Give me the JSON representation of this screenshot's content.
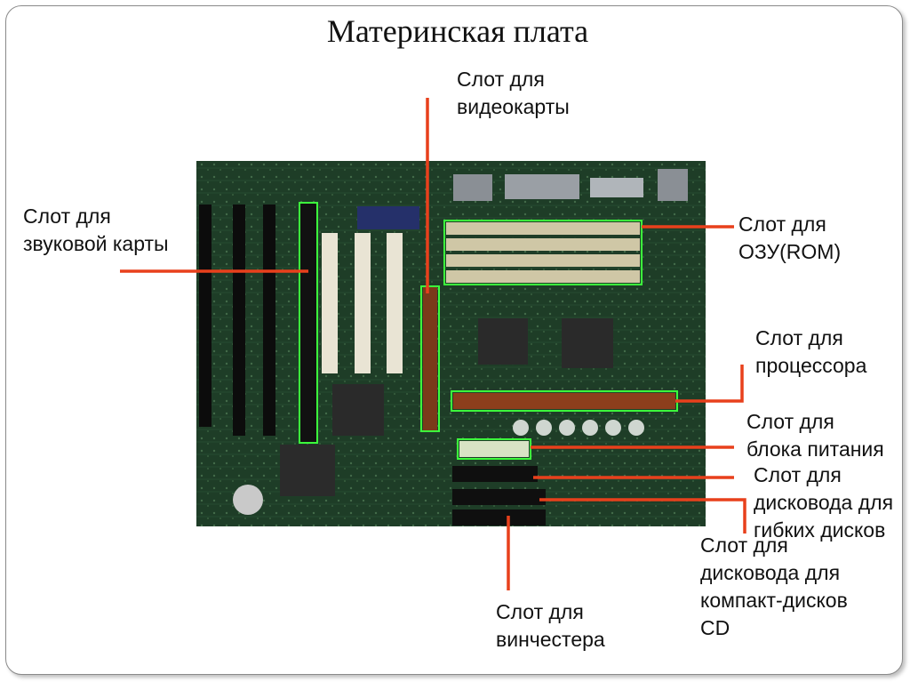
{
  "title": "Материнская плата",
  "labels": {
    "video": [
      "Слот для",
      "видеокарты"
    ],
    "sound": [
      "Слот для",
      "звуковой карты"
    ],
    "ram": [
      "Слот для",
      "ОЗУ(ROM)"
    ],
    "cpu": [
      "Слот для",
      "процессора"
    ],
    "power": [
      "Слот для",
      "блока питания"
    ],
    "floppy": [
      "Слот для",
      "дисковода для",
      "гибких дисков"
    ],
    "cd": [
      "Слот для",
      "дисковода для",
      "компакт-дисков",
      "CD"
    ],
    "hdd": [
      "Слот для",
      "винчестера"
    ]
  },
  "colors": {
    "pointer": "#e8401c",
    "board": "#1f3d26",
    "highlight": "#3cff3c"
  }
}
